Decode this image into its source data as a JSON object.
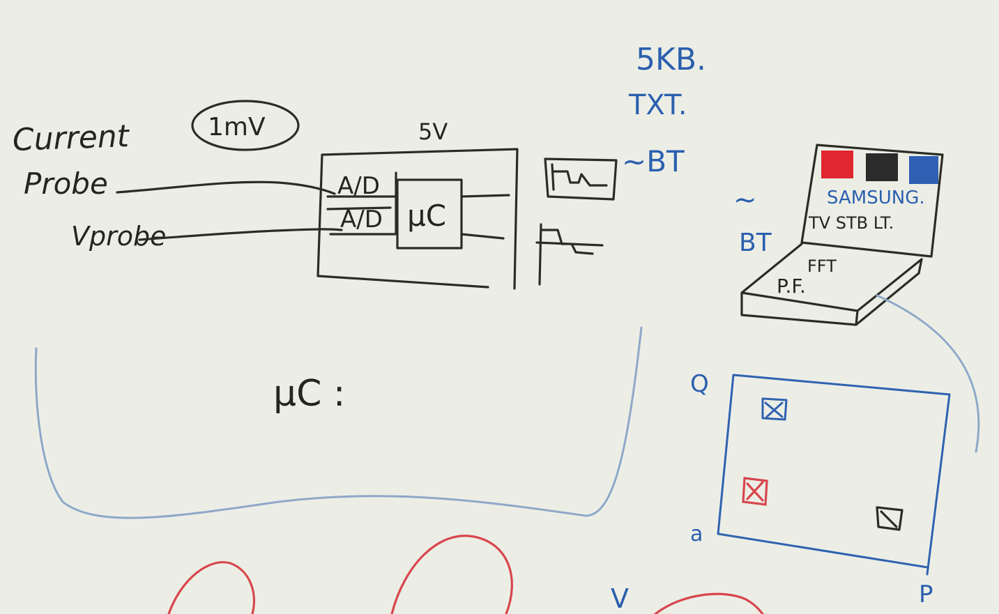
{
  "labels": {
    "current_probe_1": "Current",
    "current_probe_2": "Probe",
    "v_probe": "Vprobe",
    "one_mv": "1mV",
    "five_v": "5V",
    "ad_top": "A/D",
    "ad_bottom": "A/D",
    "uc_inner": "μC",
    "uc_section": "μC :",
    "skb": "5KB.",
    "txt": "TXT.",
    "bt_top": "~BT",
    "bt_left_tilde": "~",
    "bt_left": "BT",
    "samsung": "SAMSUNG.",
    "tv_stb_lt": "TV STB LT.",
    "fft": "FFT",
    "pf": "P.F.",
    "axis_q": "Q",
    "axis_origin": "a",
    "axis_p": "P",
    "v_bottom": "V"
  },
  "colors": {
    "black_ink": "#23251f",
    "blue_ink": "#2b5fae",
    "red_ink": "#d2252c",
    "board": "#eceee6"
  }
}
